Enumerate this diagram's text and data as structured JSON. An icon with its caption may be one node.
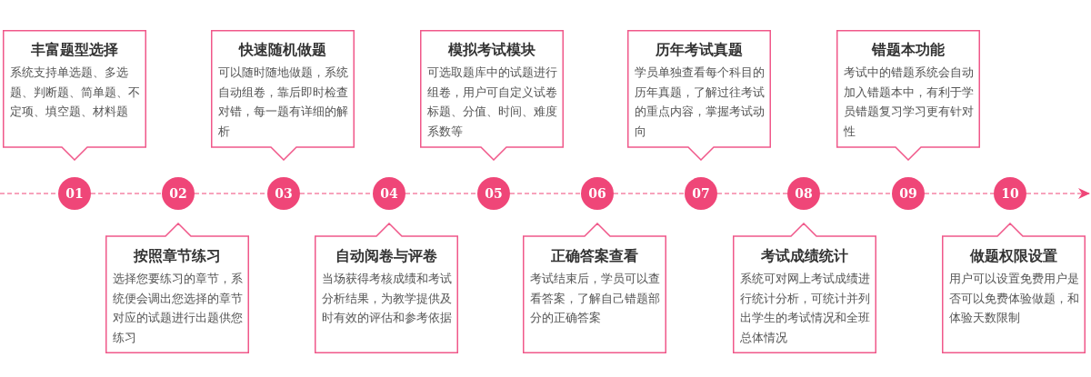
{
  "diagram": {
    "nodes": [
      {
        "text": [
          "丰富题型选择",
          "系统支持单选题、多选题、判断题、简单题、不定项、填空题、材料题"
        ]
      },
      {
        "text": [
          "按照章节练习",
          "选择您要练习的章节，系统便会调出您选择的章节对应的试题进行出题供您练习"
        ]
      },
      {
        "text": [
          "快速随机做题",
          "可以随时随地做题，系统自动组卷，靠后即时检查对错，每一题有详细的解析"
        ]
      },
      {
        "text": [
          "自动阅卷与评卷",
          "当场获得考核成绩和考试分析结果，为教学提供及时有效的评估和参考依据"
        ]
      },
      {
        "text": [
          "模拟考试模块",
          "可选取题库中的试题进行组卷，用户可自定义试卷标题、分值、时间、难度系数等"
        ]
      },
      {
        "text": [
          "正确答案查看",
          "考试结束后，学员可以查看答案，了解自己错题部分的正确答案"
        ]
      },
      {
        "text": [
          "历年考试真题",
          "学员单独查看每个科目的历年真题，了解过往考试的重点内容，掌握考试动向"
        ]
      },
      {
        "text": [
          "考试成绩统计",
          "系统可对网上考试成绩进行统计分析，可统计并列出学生的考试情况和全班总体情况"
        ]
      },
      {
        "text": [
          "错题本功能",
          "考试中的错题系统会自动加入错题本中，有利于学员错题复习学习更有针对性"
        ]
      },
      {
        "text": [
          "做题权限设置",
          "用户可以设置免费用户是否可以免费体验做题，和体验天数限制"
        ]
      },
      {
        "text": [
          "01"
        ]
      },
      {
        "text": [
          "02"
        ]
      },
      {
        "text": [
          "03"
        ]
      },
      {
        "text": [
          "04"
        ]
      },
      {
        "text": [
          "05"
        ]
      },
      {
        "text": [
          "06"
        ]
      },
      {
        "text": [
          "07"
        ]
      },
      {
        "text": [
          "08"
        ]
      },
      {
        "text": [
          "09"
        ]
      },
      {
        "text": [
          "10"
        ]
      }
    ],
    "edges": [
      {
        "from": null,
        "to": 10,
        "arrow": "none",
        "style": "dashed"
      },
      {
        "from": 10,
        "to": 11,
        "arrow": "none",
        "style": "dashed"
      },
      {
        "from": 11,
        "to": 12,
        "arrow": "none",
        "style": "dashed"
      },
      {
        "from": 12,
        "to": 13,
        "arrow": "none",
        "style": "dashed"
      },
      {
        "from": 13,
        "to": 14,
        "arrow": "none",
        "style": "dashed"
      },
      {
        "from": 14,
        "to": 15,
        "arrow": "none",
        "style": "dashed"
      },
      {
        "from": 15,
        "to": 16,
        "arrow": "none",
        "style": "dashed"
      },
      {
        "from": 16,
        "to": 17,
        "arrow": "none",
        "style": "dashed"
      },
      {
        "from": 17,
        "to": 18,
        "arrow": "none",
        "style": "dashed"
      },
      {
        "from": 18,
        "to": 19,
        "arrow": "none",
        "style": "dashed"
      },
      {
        "from": 19,
        "to": null,
        "arrow": "to",
        "style": "dashed"
      }
    ]
  }
}
